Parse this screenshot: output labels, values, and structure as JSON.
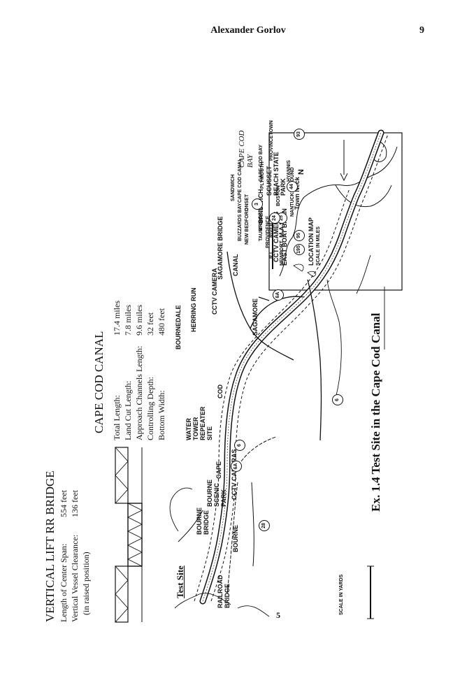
{
  "header": {
    "author": "Alexander Gorlov",
    "page": "9"
  },
  "figure": {
    "caption": "Ex. 1.4  Test Site in the Cape Cod Canal",
    "footer_num": "5"
  },
  "bridge_info": {
    "title": "VERTICAL LIFT RR BRIDGE",
    "rows": [
      {
        "label": "Length of Center Span:",
        "value": "554 feet"
      },
      {
        "label": "Vertical Vessel Clearance:",
        "value": "136 feet"
      },
      {
        "label": "(in raised position)",
        "value": ""
      }
    ]
  },
  "canal_info": {
    "title": "CAPE COD CANAL",
    "rows": [
      {
        "label": "Total Length:",
        "value": "17.4 miles"
      },
      {
        "label": "Land Cut Length:",
        "value": "7.8 miles"
      },
      {
        "label": "Approach Channels Length:",
        "value": "9.6 miles"
      },
      {
        "label": "Controlling Depth:",
        "value": "32 feet"
      },
      {
        "label": "Bottom Width:",
        "value": "480 feet"
      }
    ]
  },
  "map_labels": {
    "test_site": "Test Site",
    "railroad_bridge": "RAILROAD BRIDGE",
    "bourne": "BOURNE",
    "bourne_bridge": "BOURNE BRIDGE",
    "bourne_scenic_park": "BOURNE SCENIC PARK",
    "cctv_cameras_1": "CCTV CAMERAS",
    "cape": "CAPE",
    "water_tower": "WATER TOWER REPEATER SITE",
    "cod": "COD",
    "bournedale": "BOURNEDALE",
    "herring_run": "HERRING RUN",
    "cctv_camera": "CCTV CAMERA",
    "canal": "CANAL",
    "sagamore": "SAGAMORE",
    "sagamore_bridge": "SAGAMORE BRIDGE",
    "cctv_cameras_2": "CCTV CAMERAS",
    "east_boat_basin": "EAST BOAT BASIN",
    "sandwich": "SANDWICH",
    "town_neck": "Town Neck",
    "scusset": "SCUSSET BEACH STATE PARK",
    "cape_cod_bay": "CAPE COD BAY",
    "scale": "SCALE IN YARDS"
  },
  "inset": {
    "location_map": "LOCATION MAP",
    "scale_miles": "SCALE IN MILES",
    "north": "N",
    "boston": "BOSTON",
    "brockton": "BROCKTON",
    "plymouth": "PLYMOUTH",
    "provincetown": "PROVINCETOWN",
    "cape_cod_bay": "CAPE COD BAY",
    "cape_cod_canal": "CAPE COD CANAL",
    "sandwich": "SANDWICH",
    "onset": "ONSET",
    "hyannis": "HYANNIS",
    "nantucket_sound": "NANTUCKET SOUND",
    "buzzards_bay": "BUZZARDS BAY",
    "taunton": "TAUNTON",
    "providence": "PROVIDENCE",
    "river": "RIVER",
    "new_bedford": "NEW BEDFORD",
    "newport": "NEWPORT",
    "state": "M A S S.",
    "ri": "R.I."
  },
  "route_shields": [
    "3",
    "6",
    "6A",
    "28",
    "25",
    "44",
    "24",
    "93",
    "95",
    "195"
  ]
}
